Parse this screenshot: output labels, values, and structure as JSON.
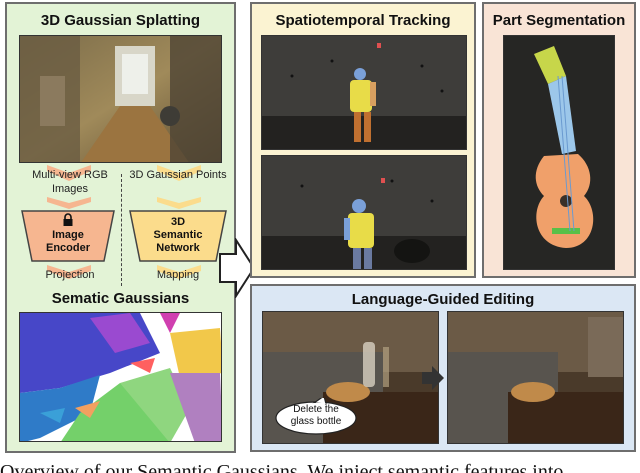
{
  "left_panel": {
    "title": "3D Gaussian Splatting",
    "left_branch": {
      "input_label": "Multi-view RGB Images",
      "module_label": "Image Encoder",
      "output_label": "Projection",
      "icon": "lock-icon"
    },
    "right_branch": {
      "input_label": "3D Gaussian Points",
      "module_label": "3D Semantic Network",
      "output_label": "Mapping"
    },
    "bottom_title": "Sematic Gaussians"
  },
  "tracking_panel": {
    "title": "Spatiotemporal Tracking"
  },
  "segmentation_panel": {
    "title": "Part Segmentation"
  },
  "editing_panel": {
    "title": "Language-Guided Editing",
    "speech_bubble": "Delete the glass bottle"
  },
  "colors": {
    "left_panel_bg": "#e3f3d6",
    "tracking_panel_bg": "#fbf3d2",
    "segmentation_panel_bg": "#f9e4d6",
    "editing_panel_bg": "#dbe7f4",
    "encoder_fill": "#f6b690",
    "network_fill": "#fbdc8c"
  },
  "caption": "Overview of our Semantic Gaussians. We inject semantic features into"
}
